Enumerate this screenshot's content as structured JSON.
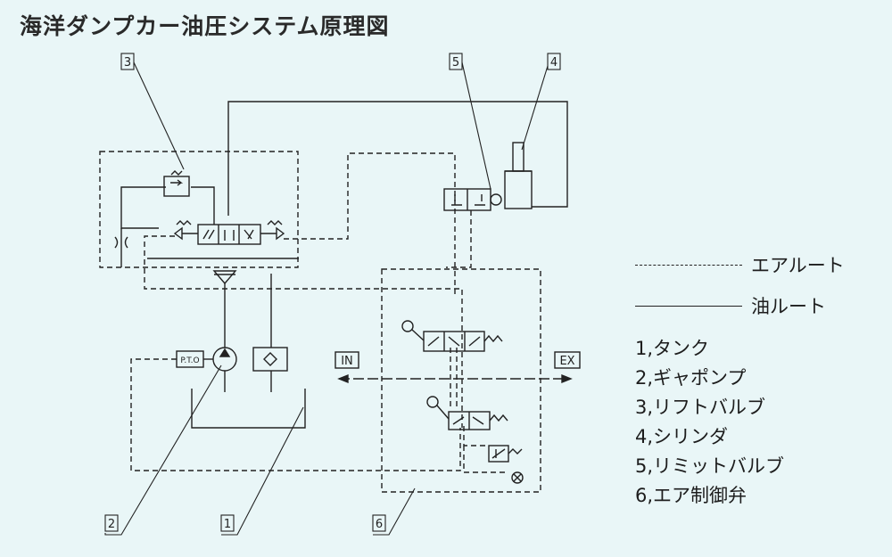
{
  "title": "海洋ダンプカー油圧システム原理図",
  "legend": {
    "air_route": "エアルート",
    "oil_route": "油ルート"
  },
  "parts": [
    "1,タンク",
    "2,ギャポンプ",
    "3,リフトバルブ",
    "4,シリンダ",
    "5,リミットバルブ",
    "6,エア制御弁"
  ],
  "callouts": {
    "tank": "1",
    "gear_pump": "2",
    "lift_valve": "3",
    "cylinder": "4",
    "limit_valve": "5",
    "air_control_valve": "6"
  },
  "labels": {
    "pto": "P.T.O",
    "in": "IN",
    "ex": "EX"
  }
}
